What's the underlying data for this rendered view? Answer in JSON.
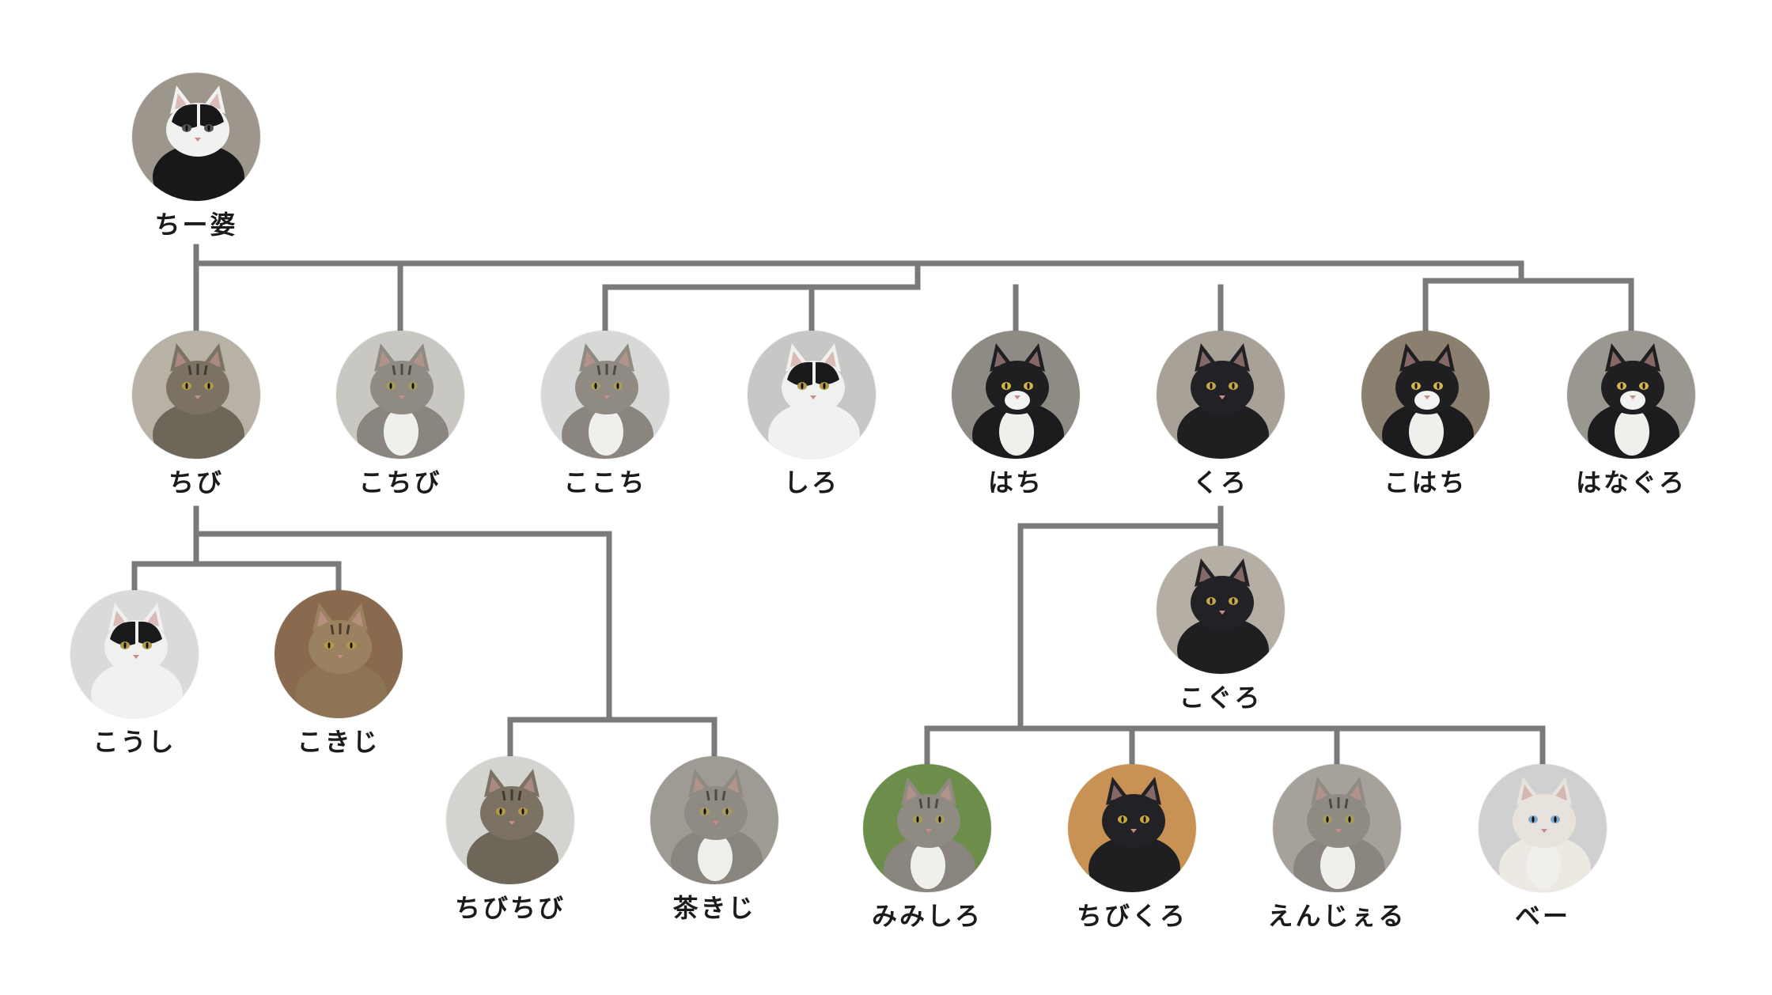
{
  "cats": {
    "chii_baba": {
      "name": "ちー婆",
      "fur": "bicolor-black",
      "bg": "#9d968c"
    },
    "chibi": {
      "name": "ちび",
      "fur": "tabby",
      "bg": "#b8b2a6"
    },
    "kochibi": {
      "name": "こちび",
      "fur": "tabby-white",
      "bg": "#c9c7c1"
    },
    "kokochi": {
      "name": "ここち",
      "fur": "tabby-white",
      "bg": "#d8d8d6"
    },
    "shiro": {
      "name": "しろ",
      "fur": "bicolor-white",
      "bg": "#c7c7c5"
    },
    "hachi": {
      "name": "はち",
      "fur": "tuxedo",
      "bg": "#8e8a84"
    },
    "kuro": {
      "name": "くろ",
      "fur": "black",
      "bg": "#a8a197"
    },
    "kohachi": {
      "name": "こはち",
      "fur": "tuxedo",
      "bg": "#8b7f70"
    },
    "hanaguro": {
      "name": "はなぐろ",
      "fur": "tuxedo",
      "bg": "#9a9690"
    },
    "koushi": {
      "name": "こうし",
      "fur": "bicolor-white",
      "bg": "#dadada"
    },
    "kokiji": {
      "name": "こきじ",
      "fur": "tabby-brown",
      "bg": "#8a6a4f"
    },
    "chibichibi": {
      "name": "ちびちび",
      "fur": "tabby",
      "bg": "#d3d3d0"
    },
    "chakiji": {
      "name": "茶きじ",
      "fur": "tabby-white",
      "bg": "#9e9a94"
    },
    "koguro": {
      "name": "こぐろ",
      "fur": "black",
      "bg": "#b4aea4"
    },
    "mimishiro": {
      "name": "みみしろ",
      "fur": "tabby-white",
      "bg": "#6d8d4a"
    },
    "chibikuro": {
      "name": "ちびくろ",
      "fur": "black",
      "bg": "#c99255"
    },
    "enjeru": {
      "name": "えんじぇる",
      "fur": "tabby-white",
      "bg": "#a6a29b"
    },
    "bee": {
      "name": "ベー",
      "fur": "siamese",
      "bg": "#cfd0cf"
    }
  },
  "colors": {
    "line": "#7a7a7a",
    "label": "#1b1b1b"
  }
}
